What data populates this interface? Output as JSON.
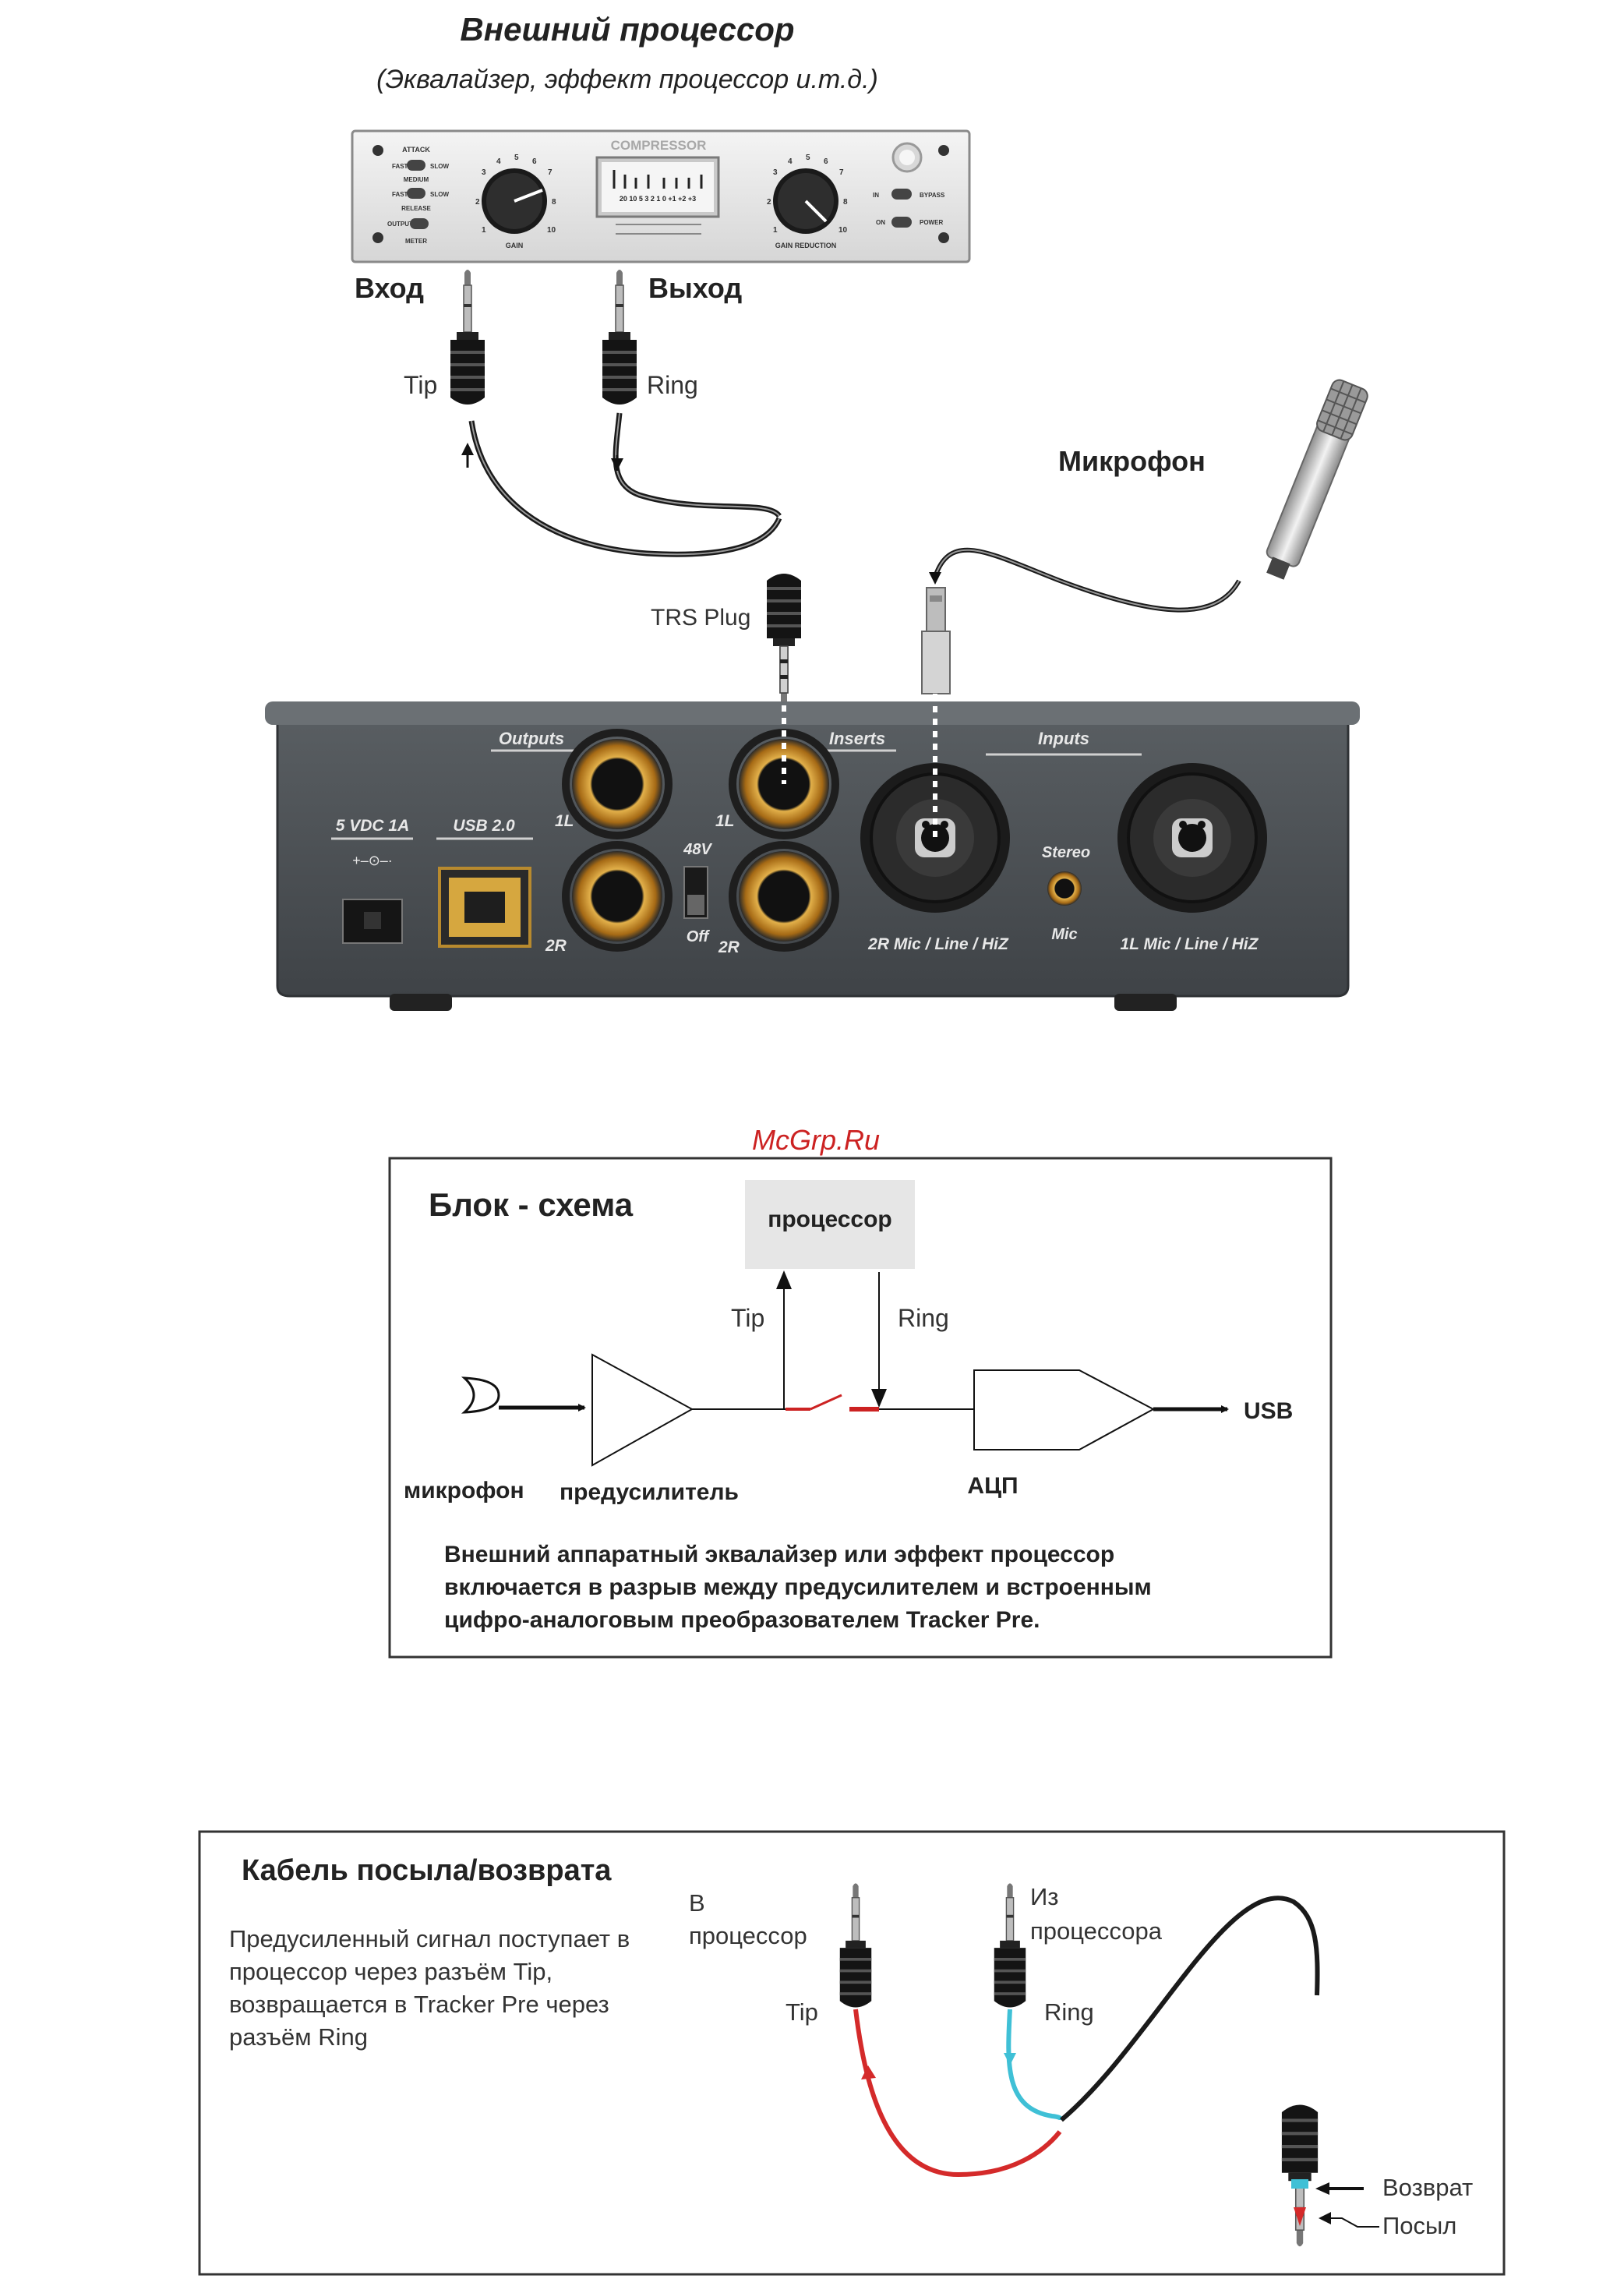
{
  "top_diagram": {
    "title": "Внешний процессор",
    "subtitle": "(Эквалайзер, эффект процессор и.т.д.)",
    "compressor": {
      "label": "COMPRESSOR",
      "switch_labels": [
        "ATTACK",
        "FAST",
        "SLOW",
        "MEDIUM",
        "RELEASE",
        "OUTPUT",
        "METER",
        "IN",
        "BYPASS",
        "ON",
        "POWER"
      ],
      "knob_left_label": "GAIN",
      "knob_right_label": "GAIN REDUCTION",
      "vu_scale": "20 10 5 3 2 1 0 +1 +2 +3"
    },
    "input_label": "Вход",
    "output_label": "Выход",
    "tip_label": "Tip",
    "ring_label": "Ring",
    "trs_label": "TRS Plug",
    "mic_label": "Микрофон",
    "device": {
      "outputs": "Outputs",
      "inserts": "Inserts",
      "inputs": "Inputs",
      "power": "5 VDC 1A",
      "usb": "USB 2.0",
      "out_1l": "1L",
      "out_2r": "2R",
      "ins_1l": "1L",
      "ins_2r": "2R",
      "phantom_48v": "48V",
      "phantom_off": "Off",
      "stereo": "Stereo",
      "mic": "Mic",
      "combo_2r": "2R Mic / Line / HiZ",
      "combo_1l": "1L Mic / Line / HiZ"
    }
  },
  "watermark": "McGrp.Ru",
  "block_diagram": {
    "title": "Блок - схема",
    "processor": "процессор",
    "tip": "Tip",
    "ring": "Ring",
    "microphone": "микрофон",
    "preamp": "предусилитель",
    "adc": "АЦП",
    "usb": "USB",
    "description": [
      "Внешний аппаратный эквалайзер или эффект процессор",
      "включается в разрыв между предусилителем и встроенным",
      "цифро-аналоговым преобразователем Tracker Pre."
    ]
  },
  "cable_diagram": {
    "title": "Кабель посыла/возврата",
    "description": [
      "Предусиленный сигнал поступает в",
      "процессор через разъём Tip,",
      "возвращается в Tracker Pre через",
      "разъём Ring"
    ],
    "to_processor": [
      "В",
      "процессор"
    ],
    "from_processor": [
      "Из",
      "процессора"
    ],
    "tip": "Tip",
    "ring": "Ring",
    "return": "Возврат",
    "send": "Посыл"
  }
}
